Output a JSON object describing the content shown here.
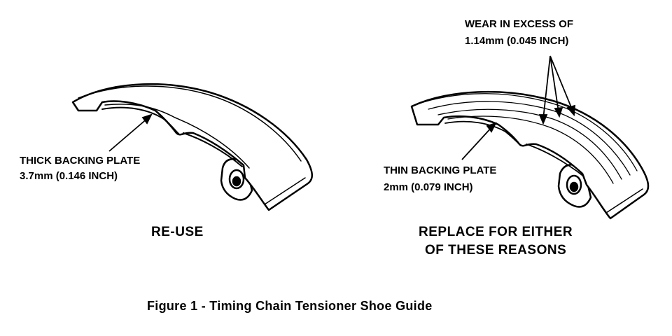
{
  "left_part": {
    "label_line1": "THICK BACKING PLATE",
    "label_line2": "3.7mm (0.146 INCH)",
    "verdict": "RE-USE"
  },
  "right_part": {
    "label_line1": "THIN BACKING PLATE",
    "label_line2": "2mm (0.079 INCH)",
    "wear_line1": "WEAR IN EXCESS OF",
    "wear_line2": "1.14mm (0.045 INCH)",
    "verdict_line1": "REPLACE FOR EITHER",
    "verdict_line2": "OF THESE REASONS"
  },
  "caption": "Figure 1 - Timing Chain Tensioner Shoe Guide",
  "colors": {
    "ink": "#000000",
    "background": "#ffffff"
  }
}
